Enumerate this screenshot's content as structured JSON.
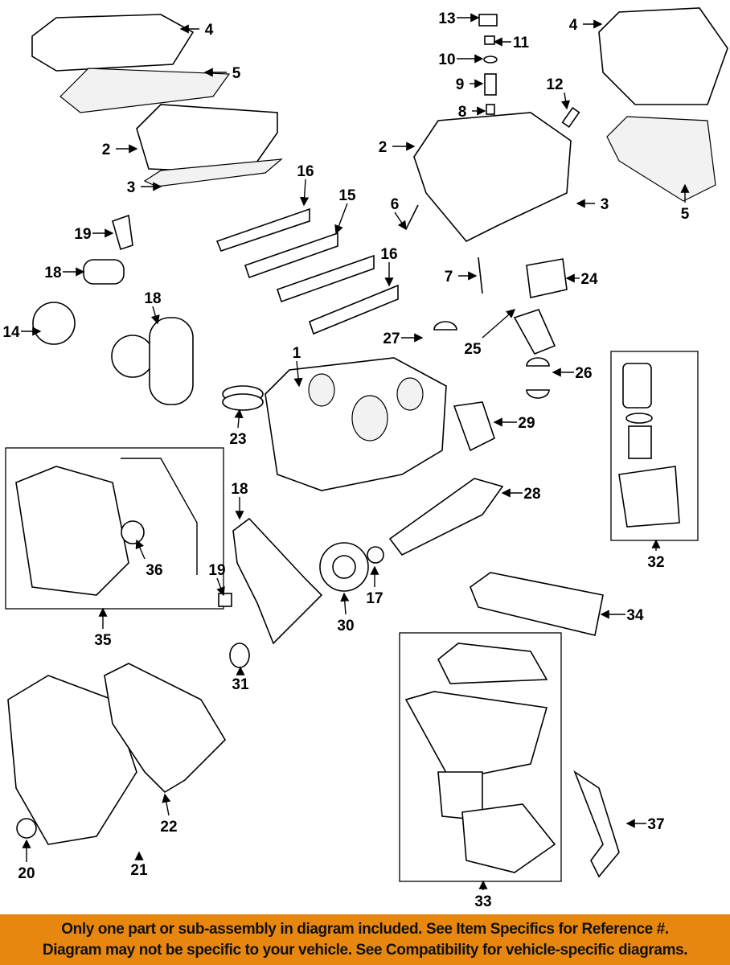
{
  "diagram": {
    "callouts": [
      "4",
      "5",
      "2",
      "3",
      "13",
      "11",
      "10",
      "9",
      "12",
      "8",
      "2",
      "4",
      "16",
      "15",
      "6",
      "3",
      "5",
      "19",
      "18",
      "16",
      "7",
      "24",
      "18",
      "14",
      "27",
      "25",
      "1",
      "26",
      "23",
      "29",
      "18",
      "28",
      "36",
      "19",
      "17",
      "30",
      "32",
      "35",
      "34",
      "31",
      "22",
      "37",
      "20",
      "21",
      "33"
    ]
  },
  "banner": {
    "line1": "Only one part or sub-assembly in diagram included. See Item Specifics for Reference #.",
    "line2": "Diagram may not be specific to your vehicle. See Compatibility for vehicle-specific diagrams.",
    "color": "#e8870f"
  }
}
